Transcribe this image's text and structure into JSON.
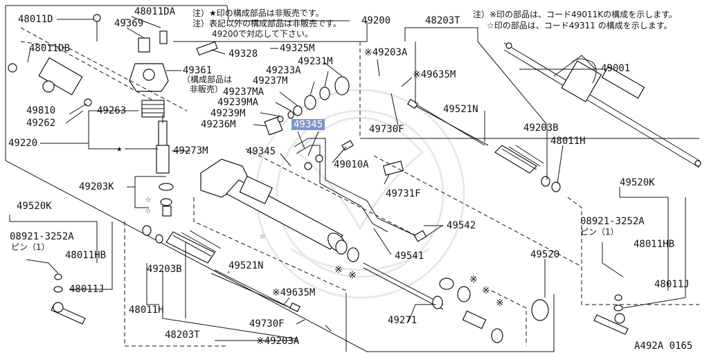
{
  "notes": {
    "left": [
      "注）★印の構成部品は非販売です。",
      "注）表記以外の構成部品は非販売です。",
      "49200で対応して下さい。"
    ],
    "right": [
      "注）※印の部品は、コード49011Kの構成を示します。",
      "☆印の部品は、コード49311 の構成を示します。"
    ]
  },
  "labels": {
    "l48011D": "48011D",
    "l48011DA": "48011DA",
    "l49369": "49369",
    "l48011DB": "48011DB",
    "l49328": "49328",
    "l49325M": "49325M",
    "l49361": "49361",
    "l49361note1": "（構成部品は",
    "l49361note2": "非販売）",
    "l49231M": "49231M",
    "l49233A": "49233A",
    "l49237M": "49237M",
    "l49237MA": "49237MA",
    "l49239MA": "49239MA",
    "l49239M": "49239M",
    "l49236M": "49236M",
    "l49345a": "49345",
    "l49345b": "49345",
    "l49810": "49810",
    "l49262": "49262",
    "l49263": "49263",
    "l49220": "49220",
    "l49273M": "49273M",
    "l49203K": "49203K",
    "l49200": "49200",
    "l48203Ttop": "48203T",
    "l49203Atop": "※49203A",
    "l49635Mtop": "※49635M",
    "l49521Ntop": "49521N",
    "l49730Ftop": "49730F",
    "l49203Btop": "49203B",
    "l48011Htop": "48011H",
    "l49010A": "49010A",
    "l49731F": "49731F",
    "l49542": "49542",
    "l49541": "49541",
    "l49001": "49001",
    "l49520Kright": "49520K",
    "l08921right": "08921-3252A",
    "lPinRight": "ピン（1）",
    "l48011HBright": "48011HB",
    "l48011Jright": "48011J",
    "l49520Kleft": "49520K",
    "l08921left": "08921-3252A",
    "lPinLeft": "ピン（1）",
    "l48011HBleft": "48011HB",
    "l48011Jleft": "48011J",
    "l49203Bbot": "49203B",
    "l48011Hbot": "48011H",
    "l49521Nbot": "49521N",
    "l49635Mbot": "※49635M",
    "l49730Fbot": "49730F",
    "l48203Tbot": "48203T",
    "l49203Abot": "※49203A",
    "l49271": "49271",
    "l49520": "49520",
    "lFig": "A492A 0165"
  },
  "marks": {
    "star": "★",
    "wstar": "☆",
    "kome": "※"
  },
  "colors": {
    "highlight": "#7f95c9",
    "line": "#111111"
  }
}
